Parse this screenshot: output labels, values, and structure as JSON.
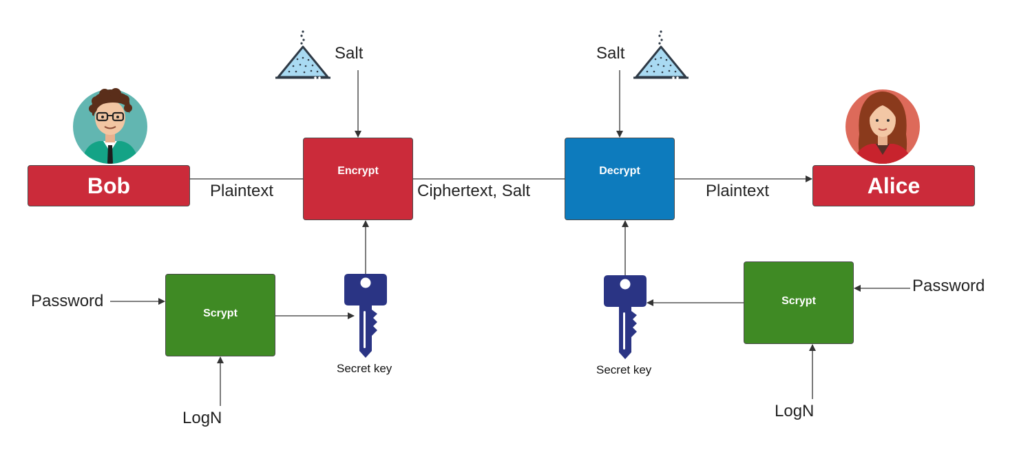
{
  "colors": {
    "red": "#cb2b3a",
    "blue": "#0d7bbd",
    "green": "#3f8a24",
    "key_navy": "#2a3484",
    "line": "#333333"
  },
  "boxes": {
    "bob": "Bob",
    "alice": "Alice",
    "encrypt": "Encrypt",
    "decrypt": "Decrypt",
    "scrypt_left": "Scrypt",
    "scrypt_right": "Scrypt"
  },
  "labels": {
    "plaintext_left": "Plaintext",
    "ciphertext_salt": "Ciphertext, Salt",
    "plaintext_right": "Plaintext",
    "salt_left": "Salt",
    "salt_right": "Salt",
    "password_left": "Password",
    "password_right": "Password",
    "logn_left": "LogN",
    "logn_right": "LogN",
    "secret_key_left": "Secret key",
    "secret_key_right": "Secret key"
  },
  "icons": {
    "salt_left": "salt-pile-icon",
    "salt_right": "salt-pile-icon",
    "bob_avatar": "man-avatar-icon",
    "alice_avatar": "woman-avatar-icon",
    "key_left": "key-icon",
    "key_right": "key-icon"
  }
}
